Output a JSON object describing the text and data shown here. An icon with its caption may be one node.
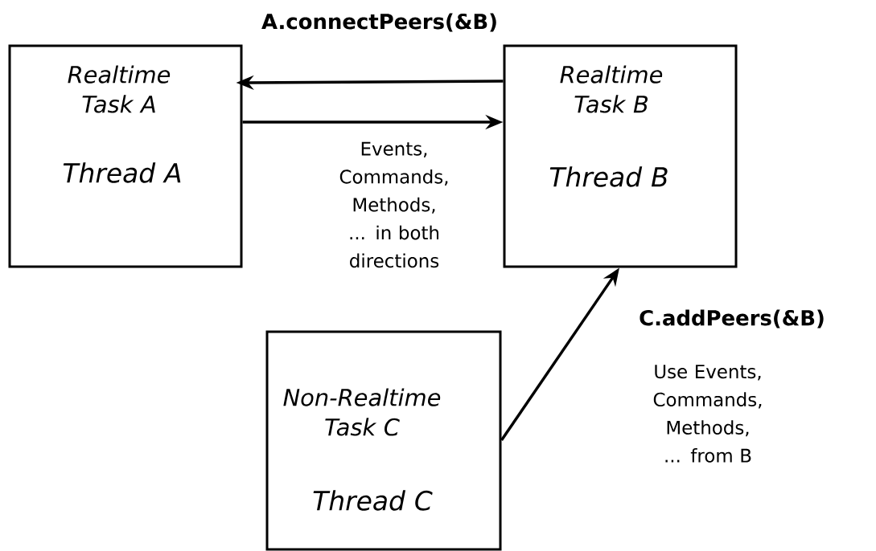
{
  "diagram": {
    "nodes": [
      {
        "text": [
          "Realtime Task A",
          "Thread A"
        ]
      },
      {
        "text": [
          "Realtime Task B",
          "Thread B"
        ]
      },
      {
        "text": [
          "Non-Realtime Task C",
          "Thread C"
        ]
      }
    ],
    "edges": [
      {
        "from": 1,
        "to": 0,
        "arrow": "to"
      },
      {
        "from": 0,
        "to": 1,
        "arrow": "to"
      },
      {
        "from": 2,
        "to": 1,
        "arrow": "to"
      }
    ],
    "labels": [
      "A.connectPeers(&B)",
      "Events, Commands, Methods, ... in both directions",
      "C.addPeers(&B)",
      "Use Events, Commands, Methods, ... from B"
    ]
  }
}
